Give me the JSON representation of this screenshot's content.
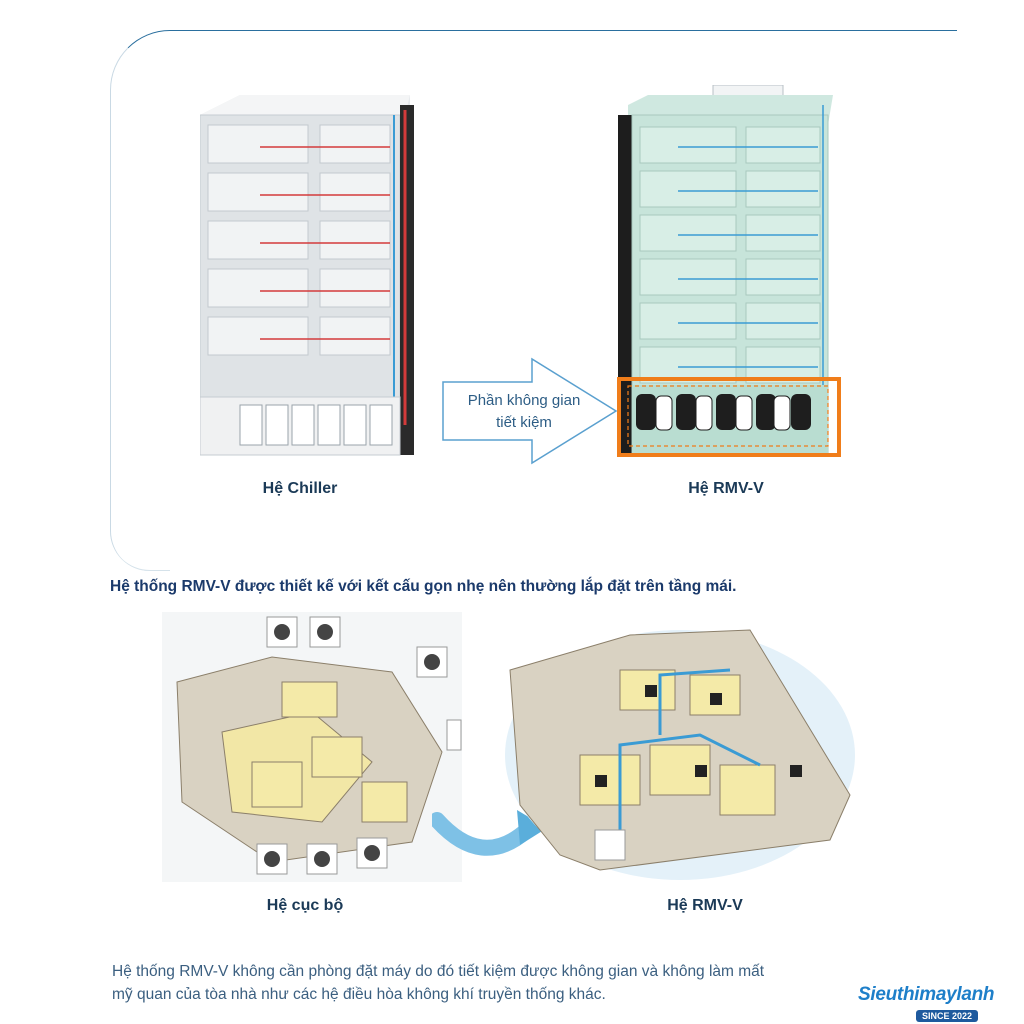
{
  "top": {
    "left_label": "Hệ Chiller",
    "right_label": "Hệ RMV-V",
    "arrow_text_line1": "Phần không gian",
    "arrow_text_line2": "tiết kiệm"
  },
  "heading": "Hệ thống RMV-V được thiết kế với kết cấu gọn nhẹ nên thường lắp đặt trên tầng mái.",
  "bottom": {
    "left_label": "Hệ cục bộ",
    "right_label": "Hệ RMV-V"
  },
  "footer": {
    "line1": "Hệ thống RMV-V không cần phòng đặt máy do đó tiết kiệm được không gian và không làm mất",
    "line2": "mỹ quan của tòa nhà như các hệ điều hòa không khí truyền thống khác."
  },
  "logo": {
    "name": "Sieuthimaylanh",
    "tagline": "SINCE 2022"
  },
  "colors": {
    "accent": "#1b3a57",
    "orange_box": "#f07d1a",
    "pipe_red": "#d43b3b",
    "pipe_blue": "#3a9bd4"
  }
}
